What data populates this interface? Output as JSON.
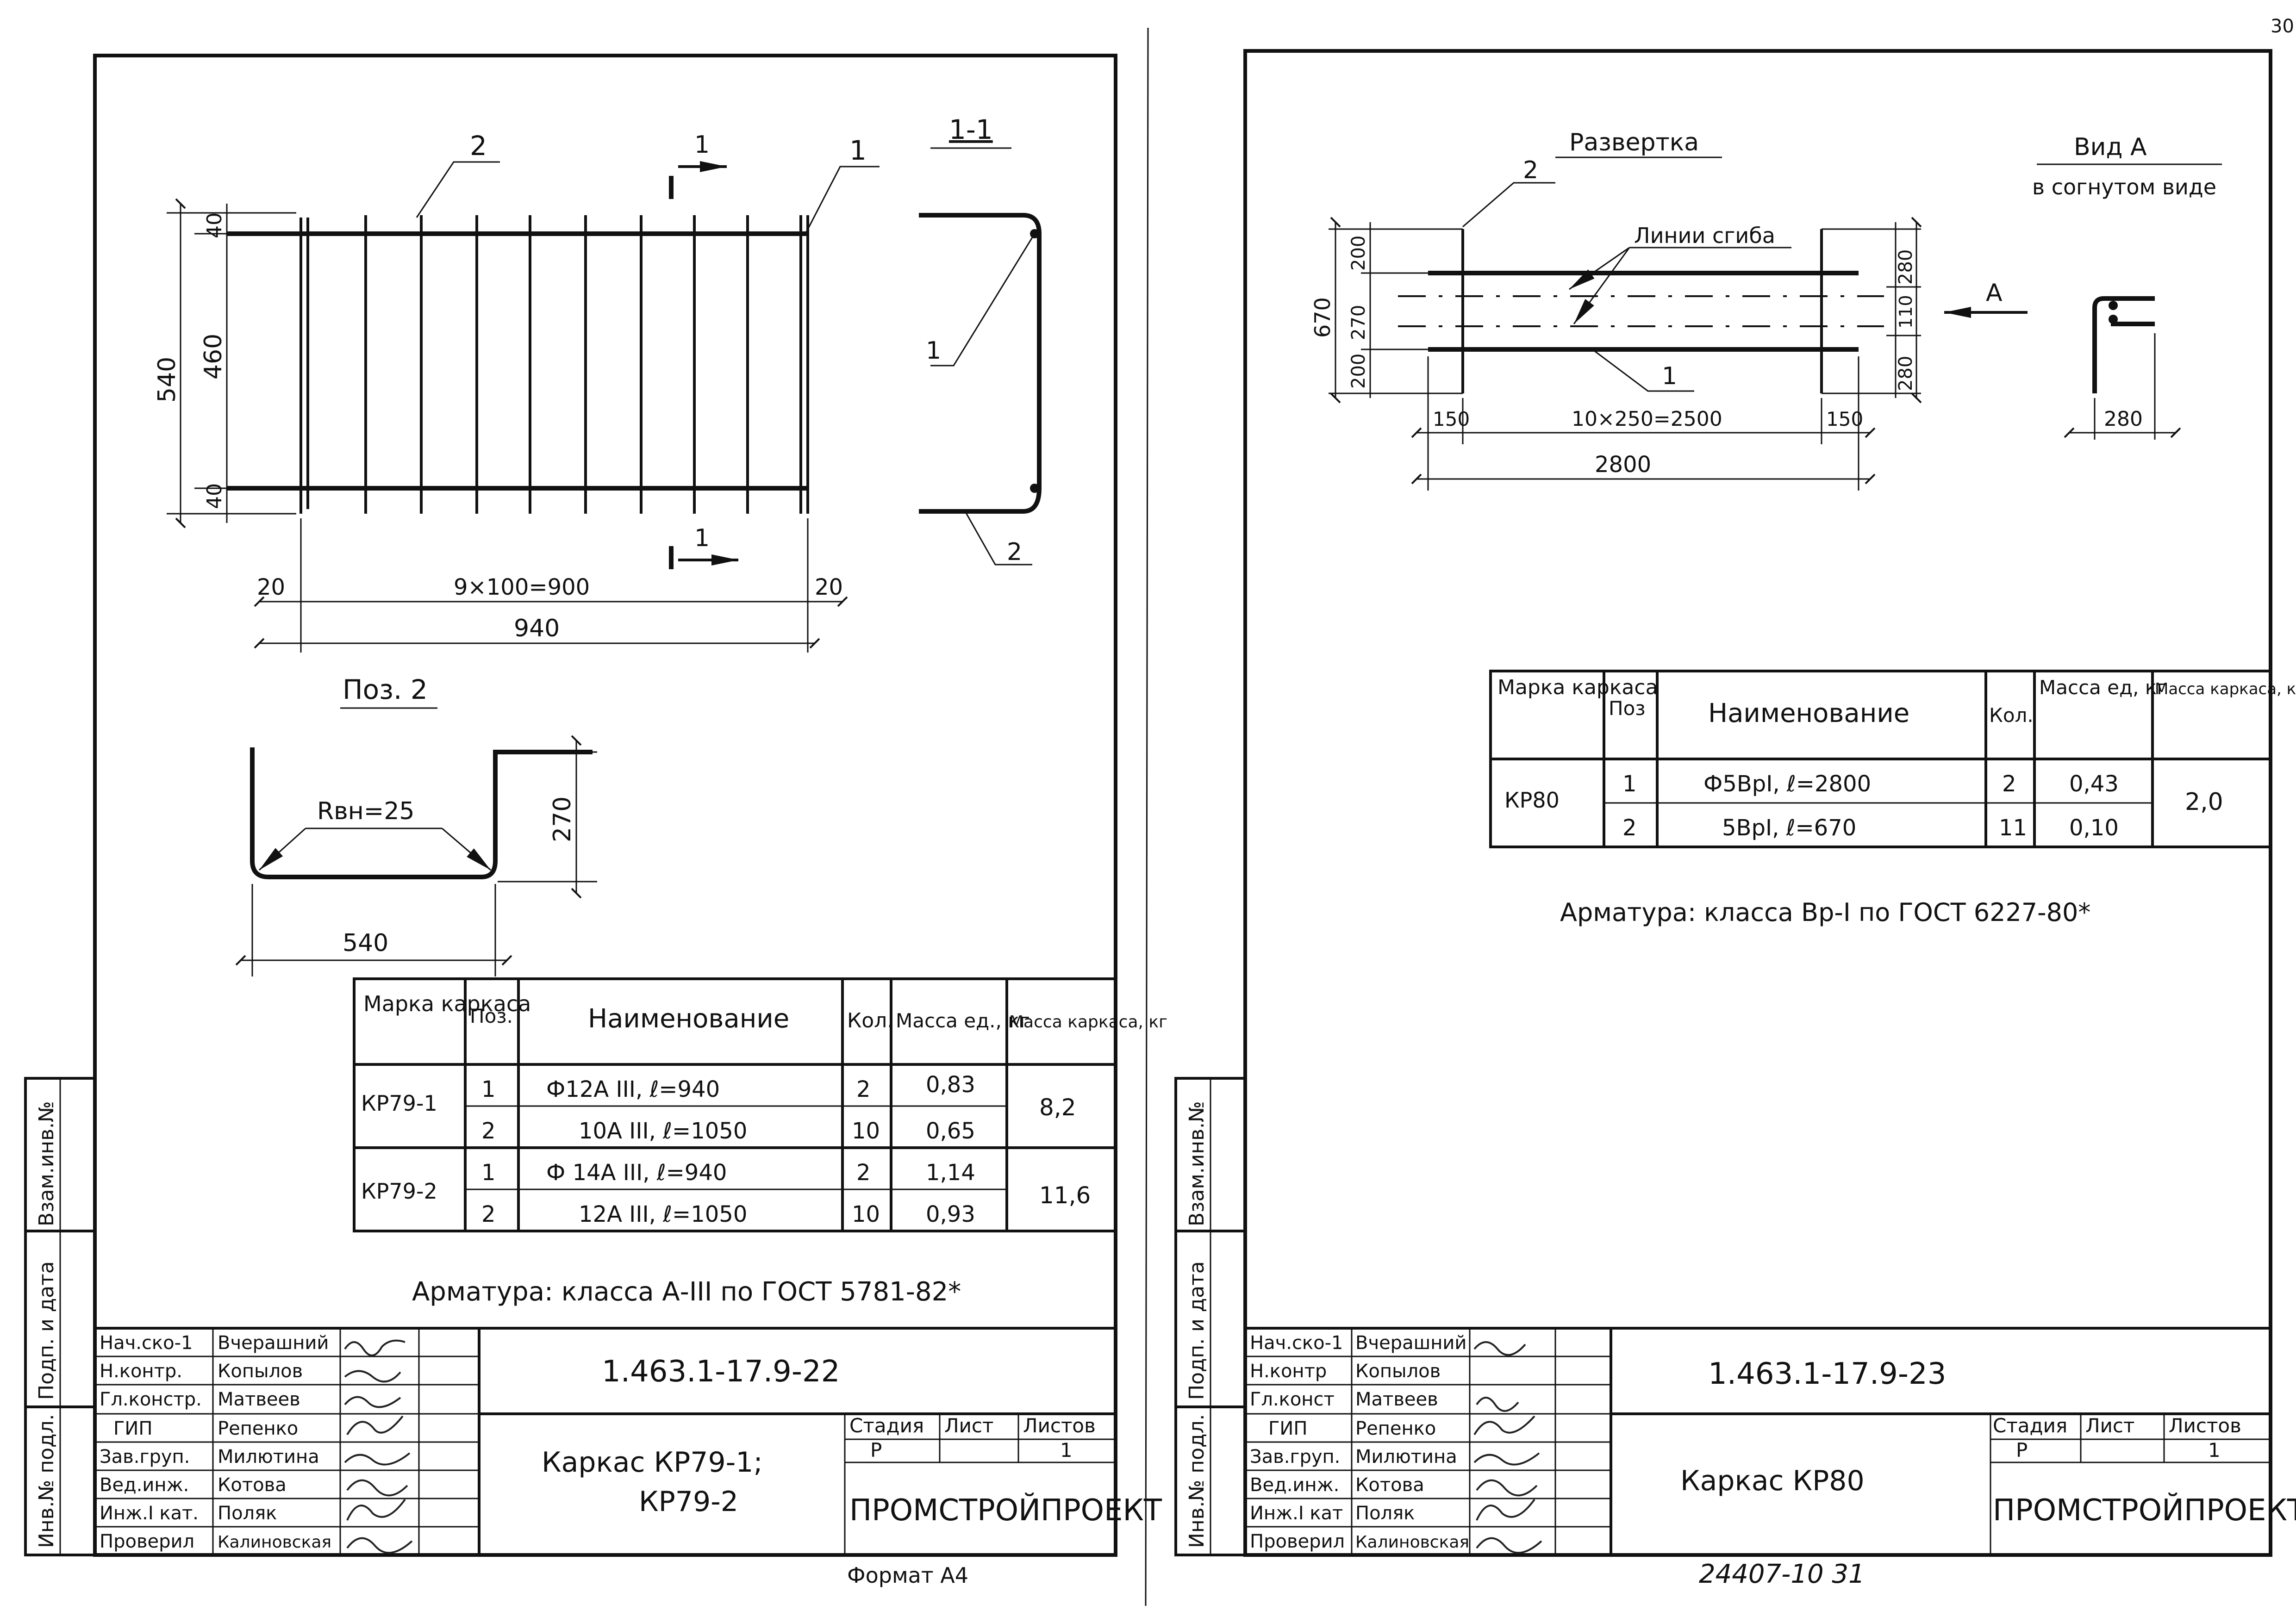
{
  "corner_number": "30",
  "footer_left": "Формат А4",
  "footer_right": "24407-10   31",
  "left_sheet": {
    "pos1_label": "1",
    "pos2_label": "2",
    "section_mark": "1",
    "section_title": "1-1",
    "dims": {
      "d40_top": "40",
      "d460": "460",
      "d540": "540",
      "d40_bot": "40",
      "d20_left": "20",
      "d900": "9×100=900",
      "d20_right": "20",
      "d940": "940"
    },
    "pos2_title": "Поз. 2",
    "radius_label": "Rвн=25",
    "d270": "270",
    "d540b": "540",
    "table": {
      "headers": [
        "Марка каркаса",
        "Поз.",
        "Наименование",
        "Кол.",
        "Масса ед., кг",
        "Масса каркаса, кг"
      ],
      "rows": [
        {
          "mark": "КР79-1",
          "pos": "1",
          "name": "Ф12А III,  ℓ=940",
          "qty": "2",
          "unit_mass": "0,83",
          "total": "8,2"
        },
        {
          "mark": "",
          "pos": "2",
          "name": "10А III,  ℓ=1050",
          "qty": "10",
          "unit_mass": "0,65",
          "total": ""
        },
        {
          "mark": "КР79-2",
          "pos": "1",
          "name": "Ф 14А III,  ℓ=940",
          "qty": "2",
          "unit_mass": "1,14",
          "total": "11,6"
        },
        {
          "mark": "",
          "pos": "2",
          "name": "12А III,  ℓ=1050",
          "qty": "10",
          "unit_mass": "0,93",
          "total": ""
        }
      ]
    },
    "note": "Арматура: класса А-III по ГОСТ 5781-82*",
    "side_labels": [
      "Взам.инв.№",
      "Подп. и дата",
      "Инв.№ подл."
    ],
    "stamp": {
      "roles": [
        "Нач.ско-1",
        "Н.контр.",
        "Гл.констр.",
        "ГИП",
        "Зав.груп.",
        "Вед.инж.",
        "Инж.I кат.",
        "Проверил"
      ],
      "names": [
        "Вчерашний",
        "Копылов",
        "Матвеев",
        "Репенко",
        "Милютина",
        "Котова",
        "Поляк",
        "Калиновская"
      ],
      "code": "1.463.1-17.9-22",
      "title_line1": "Каркас КР79-1;",
      "title_line2": "КР79-2",
      "stage_hdr": "Стадия",
      "sheet_hdr": "Лист",
      "sheets_hdr": "Листов",
      "stage": "Р",
      "sheets": "1",
      "org": "ПРОМСТРОЙПРОЕКТ"
    }
  },
  "right_sheet": {
    "unfold_title": "Развертка",
    "view_title": "Вид А",
    "view_sub": "в согнутом виде",
    "bend_label": "Линии сгиба",
    "pos1_label": "1",
    "pos2_label": "2",
    "arrow_label": "А",
    "dims": {
      "d200a": "200",
      "d270": "270",
      "d200b": "200",
      "d670": "670",
      "d280a": "280",
      "d110": "110",
      "d280b": "280",
      "d150a": "150",
      "d2500": "10×250=2500",
      "d150b": "150",
      "d2800": "2800",
      "d280view": "280"
    },
    "table": {
      "headers": [
        "Марка каркаса",
        "Поз",
        "Наименование",
        "Кол.",
        "Масса ед, кг",
        "Масса каркаса, кг"
      ],
      "rows": [
        {
          "mark": "КР80",
          "pos": "1",
          "name": "Ф5ВрI,  ℓ=2800",
          "qty": "2",
          "unit_mass": "0,43",
          "total": "2,0"
        },
        {
          "mark": "",
          "pos": "2",
          "name": "5ВрI,  ℓ=670",
          "qty": "11",
          "unit_mass": "0,10",
          "total": ""
        }
      ]
    },
    "note": "Арматура: класса Вр-I по ГОСТ 6227-80*",
    "side_labels": [
      "Взам.инв.№",
      "Подп. и дата",
      "Инв.№ подл."
    ],
    "stamp": {
      "roles": [
        "Нач.ско-1",
        "Н.контр",
        "Гл.конст",
        "ГИП",
        "Зав.груп.",
        "Вед.инж.",
        "Инж.I кат",
        "Проверил"
      ],
      "names": [
        "Вчерашний",
        "Копылов",
        "Матвеев",
        "Репенко",
        "Милютина",
        "Котова",
        "Поляк",
        "Калиновская"
      ],
      "code": "1.463.1-17.9-23",
      "title": "Каркас КР80",
      "stage_hdr": "Стадия",
      "sheet_hdr": "Лист",
      "sheets_hdr": "Листов",
      "stage": "Р",
      "sheets": "1",
      "org": "ПРОМСТРОЙПРОЕКТ"
    }
  }
}
